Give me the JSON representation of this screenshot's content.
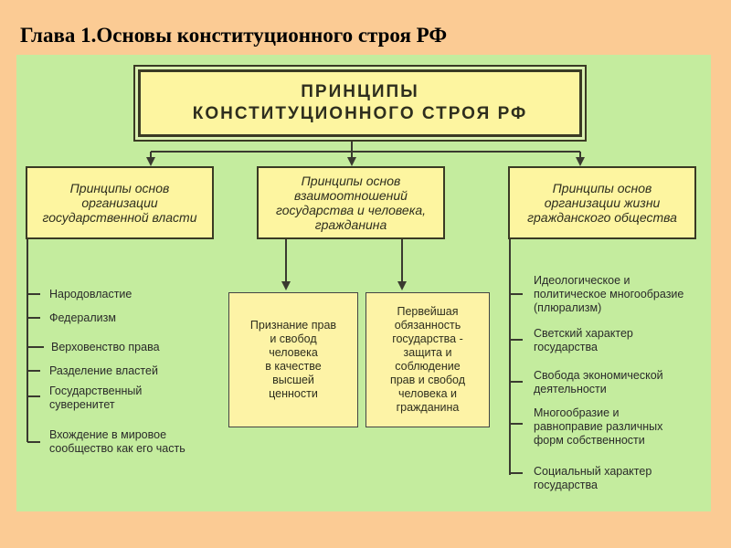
{
  "slide": {
    "title": "Глава 1.Основы конституционного строя РФ"
  },
  "diagram": {
    "root": "ПРИНЦИПЫ\nКОНСТИТУЦИОННОГО СТРОЯ РФ",
    "categories": {
      "left": "Принципы основ\nорганизации\nгосударственной власти",
      "center": "Принципы основ\nвзаимоотношений\nгосударства и человека,\nгражданина",
      "right": "Принципы основ\nорганизации жизни\nгражданского общества"
    },
    "center_children": [
      "Признание прав\nи свобод\nчеловека\nв качестве\nвысшей\nценности",
      "Первейшая\nобязанность\nгосударства -\nзащита и\nсоблюдение\nправ и свобод\nчеловека и\nгражданина"
    ],
    "left_items": [
      "Народовластие",
      "Федерализм",
      "Верховенство права",
      "Разделение властей",
      "Государственный\nсуверенитет",
      "Вхождение в мировое\nсообщество как его часть"
    ],
    "right_items": [
      "Идеологическое и\nполитическое многообразие\n(плюрализм)",
      "Светский характер\nгосударства",
      "Свобода экономической\nдеятельности",
      "Многообразие и\nравноправие различных\nформ собственности",
      "Социальный характер\nгосударства"
    ]
  }
}
